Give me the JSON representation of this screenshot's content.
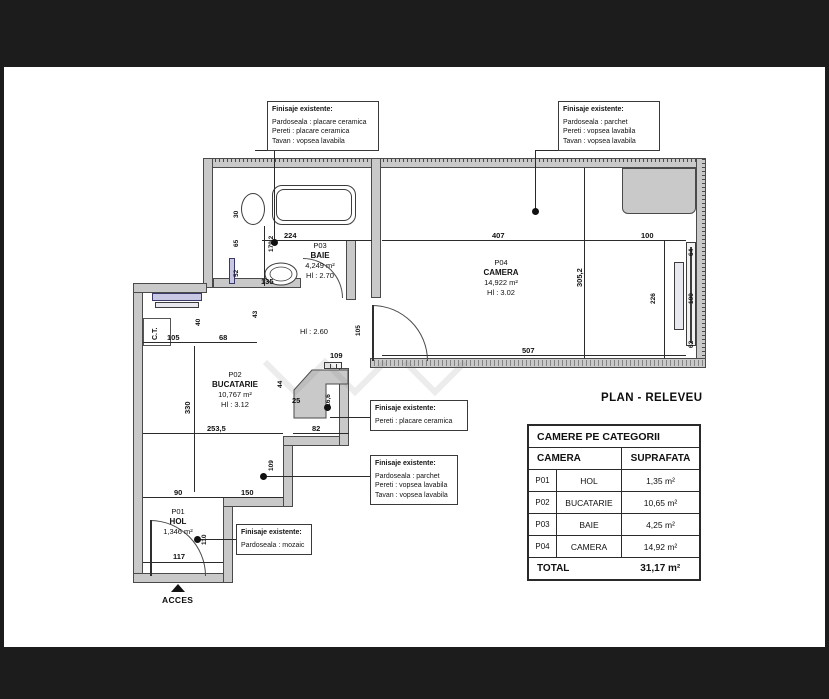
{
  "document": {
    "plan_title": "PLAN - RELEVEU",
    "access_label": "ACCES",
    "ct_label": "C.T."
  },
  "rooms": [
    {
      "code": "P03",
      "name": "BAIE",
      "area": "4,249 m²",
      "height": "Hl : 2.70"
    },
    {
      "code": "P04",
      "name": "CAMERA",
      "area": "14,922 m²",
      "height": "Hl : 3.02"
    },
    {
      "code": "P02",
      "name": "BUCATARIE",
      "area": "10,767 m²",
      "height": "Hl : 3.12"
    },
    {
      "code": "P01",
      "name": "HOL",
      "area": "1,346 m²",
      "height": ""
    }
  ],
  "hall_height_note": "Hl : 2.60",
  "notes": [
    {
      "id": "note-bathroom",
      "title": "Finisaje existente:",
      "lines": [
        "Pardoseala : placare ceramica",
        "Pereti : placare ceramica",
        "Tavan : vopsea lavabila"
      ]
    },
    {
      "id": "note-room",
      "title": "Finisaje existente:",
      "lines": [
        "Pardoseala : parchet",
        "Pereti : vopsea lavabila",
        "Tavan : vopsea lavabila"
      ]
    },
    {
      "id": "note-kitchen-wall",
      "title": "Finisaje existente:",
      "lines": [
        "Pereti : placare ceramica"
      ]
    },
    {
      "id": "note-kitchen",
      "title": "Finisaje existente:",
      "lines": [
        "Pardoseala : parchet",
        "Pereti : vopsea lavabila",
        "Tavan : vopsea lavabila"
      ]
    },
    {
      "id": "note-hall",
      "title": "Finisaje existente:",
      "lines": [
        "Pardoseala : mozaic"
      ]
    }
  ],
  "dimensions": {
    "d_30": "30",
    "d_65": "65",
    "d_52": "52",
    "d_135": "135",
    "d_179_2": "179,2",
    "d_224": "224",
    "d_407": "407",
    "d_100_top": "100",
    "d_305_2": "305,2",
    "d_64": "64",
    "d_226": "226",
    "d_100_right": "100",
    "d_62": "62",
    "d_507": "507",
    "d_105_left": "105",
    "d_40": "40",
    "d_43": "43",
    "d_68": "68",
    "d_105_door": "105",
    "d_109_top": "109",
    "d_116_6": "116,6",
    "d_44": "44",
    "d_25": "25",
    "d_82": "82",
    "d_330": "330",
    "d_253_5": "253,5",
    "d_109_bottom": "109",
    "d_90": "90",
    "d_150": "150",
    "d_117": "117",
    "d_110": "110"
  },
  "legend": {
    "title": "CAMERE PE CATEGORII",
    "columns": [
      "CAMERA",
      "SUPRAFATA"
    ],
    "rows": [
      {
        "code": "P01",
        "name": "HOL",
        "area": "1,35 m²"
      },
      {
        "code": "P02",
        "name": "BUCATARIE",
        "area": "10,65 m²"
      },
      {
        "code": "P03",
        "name": "BAIE",
        "area": "4,25 m²"
      },
      {
        "code": "P04",
        "name": "CAMERA",
        "area": "14,92 m²"
      }
    ],
    "total_label": "TOTAL",
    "total_value": "31,17 m²"
  },
  "colors": {
    "wall_fill": "#c9c9c9",
    "line": "#4a4a4a",
    "paper": "#ffffff",
    "backdrop": "#1c1c1c"
  }
}
